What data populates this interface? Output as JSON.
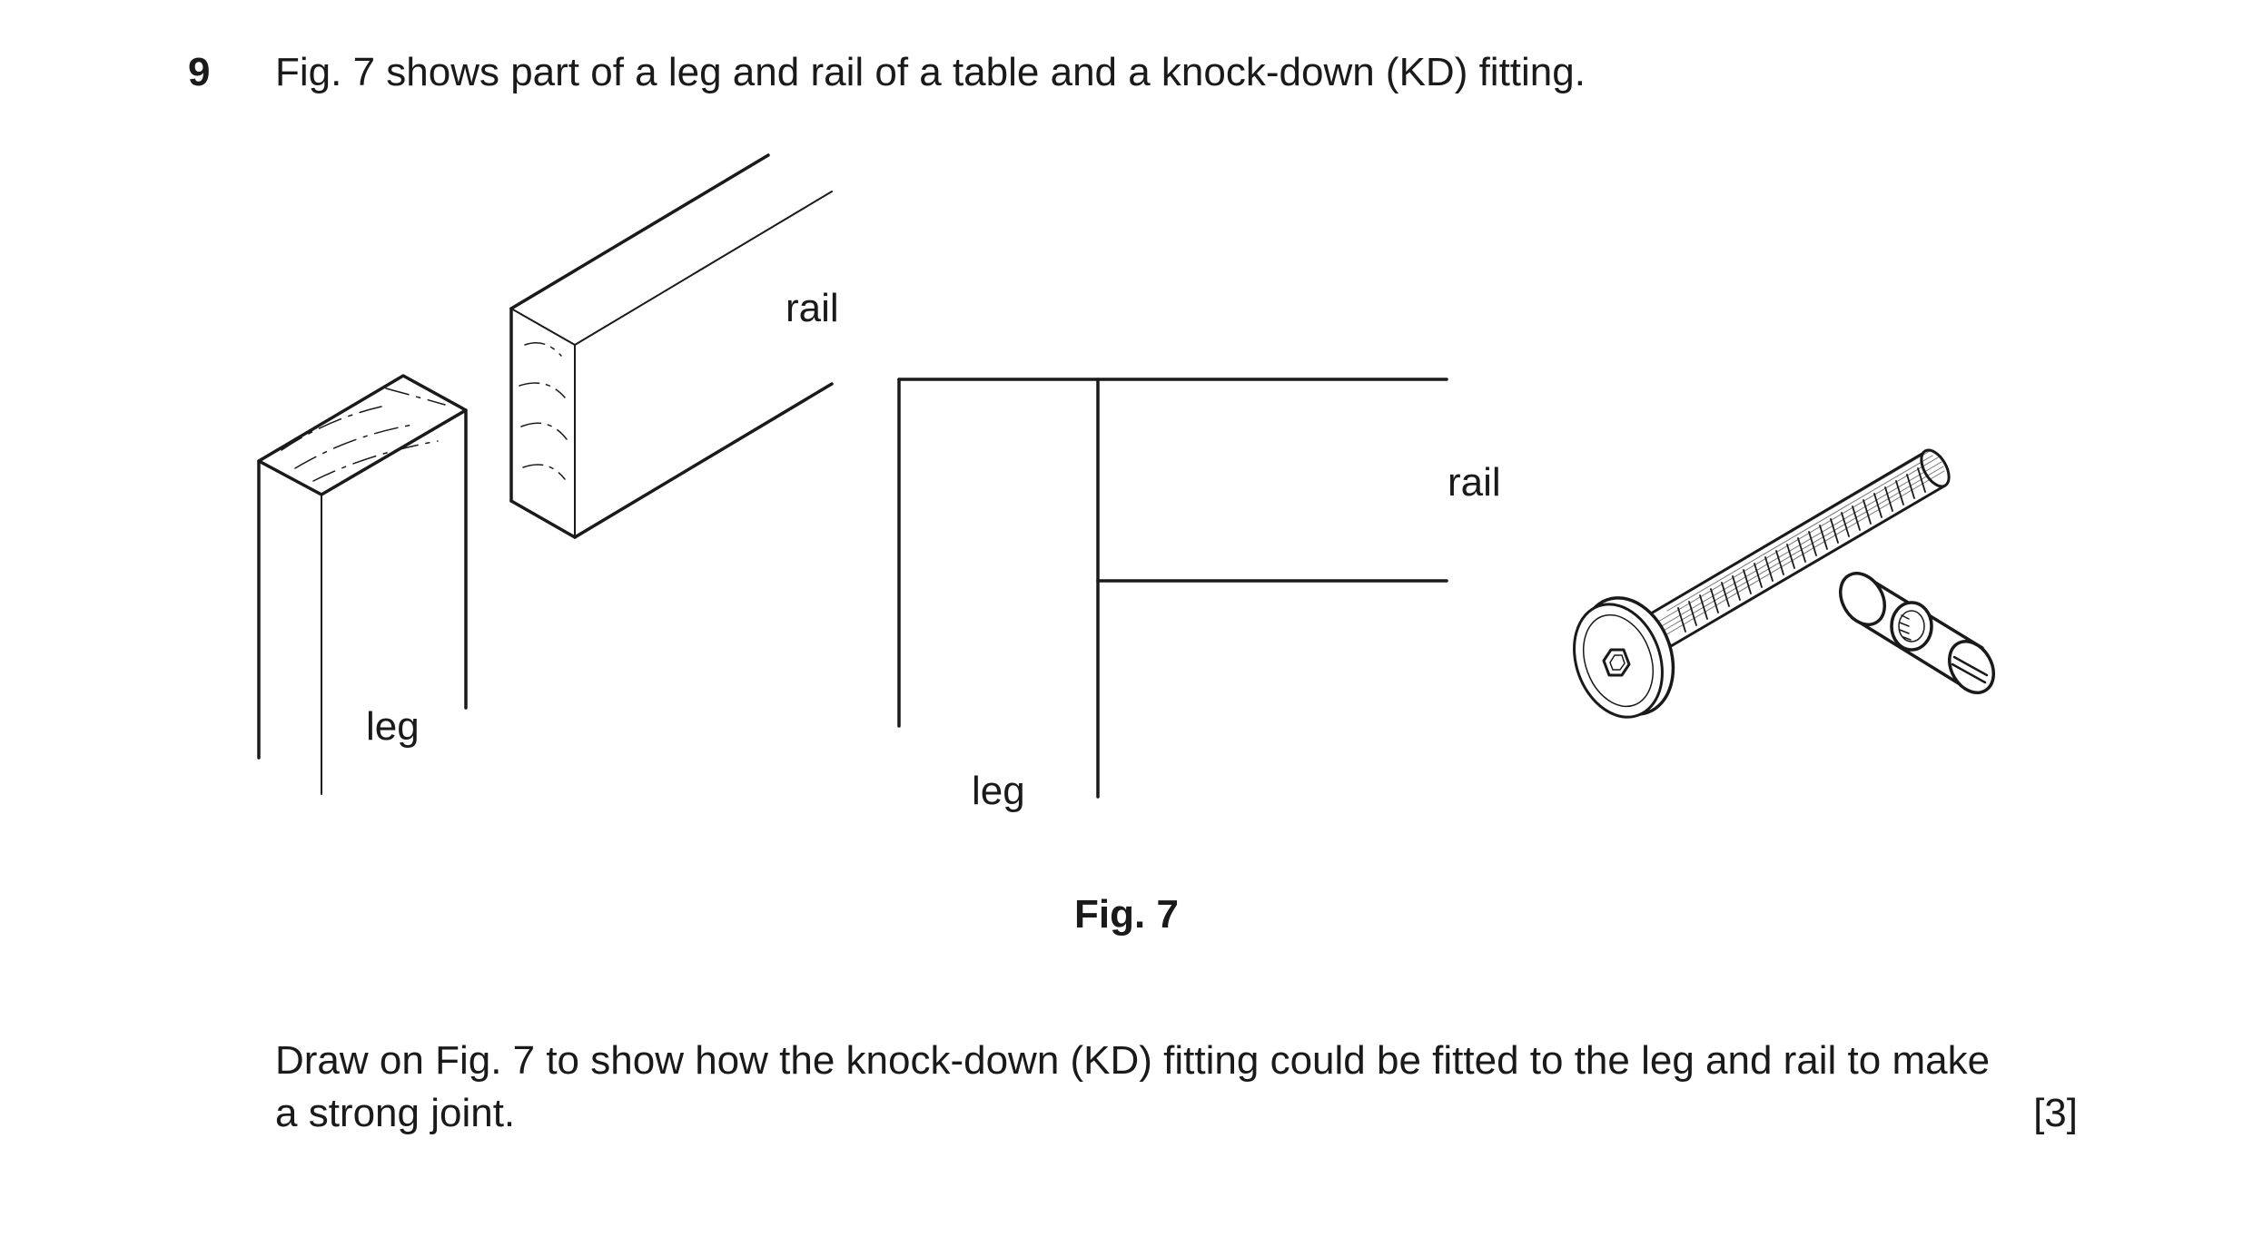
{
  "question": {
    "number": "9",
    "text": "Fig. 7 shows part of a leg and rail of a table and a knock-down (KD) fitting."
  },
  "figure": {
    "labels": {
      "rail_perspective": "rail",
      "leg_perspective": "leg",
      "rail_elevation": "rail",
      "leg_elevation": "leg"
    },
    "caption": "Fig. 7"
  },
  "instruction": {
    "line1": "Draw on Fig. 7 to show how the knock-down (KD) fitting could be fitted to the leg and rail to make",
    "line2": "a strong joint.",
    "marks": "[3]"
  }
}
